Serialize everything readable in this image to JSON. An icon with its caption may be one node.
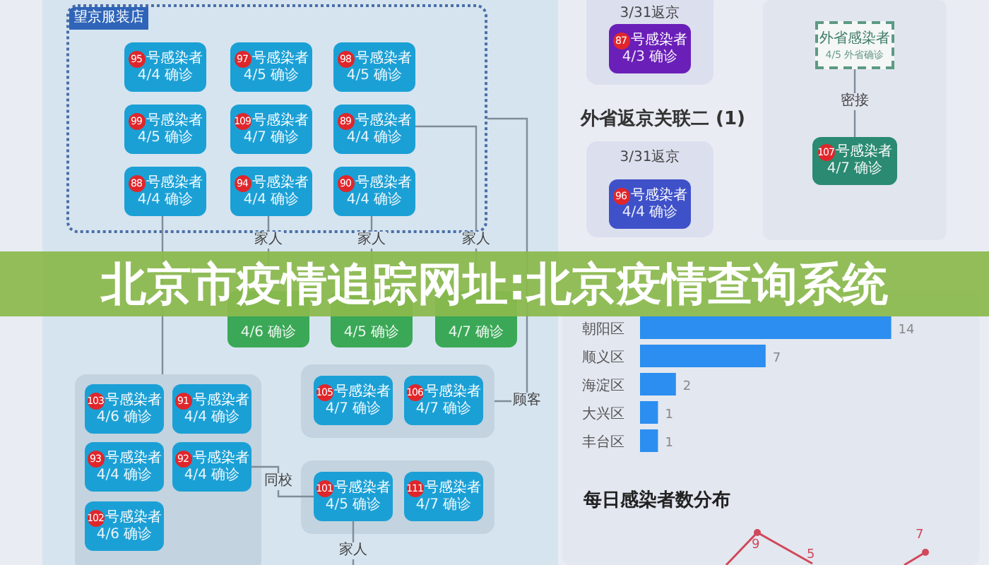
{
  "diagram": {
    "title": "北京市疫情追踪网址:北京疫情查询系统",
    "nodes": [
      {
        "text": [
          "望京服装店"
        ]
      },
      {
        "text": [
          "95",
          "号感染者",
          "4/4 确诊"
        ],
        "in": 0
      },
      {
        "text": [
          "97",
          "号感染者",
          "4/5 确诊"
        ],
        "in": 0
      },
      {
        "text": [
          "98",
          "号感染者",
          "4/5 确诊"
        ],
        "in": 0
      },
      {
        "text": [
          "99",
          "号感染者",
          "4/5 确诊"
        ],
        "in": 0
      },
      {
        "text": [
          "109",
          "号感染者",
          "4/7 确诊"
        ],
        "in": 0
      },
      {
        "text": [
          "89",
          "号感染者",
          "4/4 确诊"
        ],
        "in": 0
      },
      {
        "text": [
          "88",
          "号感染者",
          "4/4 确诊"
        ],
        "in": 0
      },
      {
        "text": [
          "94",
          "号感染者",
          "4/4 确诊"
        ],
        "in": 0
      },
      {
        "text": [
          "90",
          "号感染者",
          "4/4 确诊"
        ],
        "in": 0
      },
      {
        "text": [
          "4/6 确诊"
        ]
      },
      {
        "text": [
          "4/5 确诊"
        ]
      },
      {
        "text": [
          "4/7 确诊"
        ]
      },
      {
        "text": [],
        "shape": "box"
      },
      {
        "text": [
          "103",
          "号感染者",
          "4/6 确诊"
        ],
        "in": 13
      },
      {
        "text": [
          "91",
          "号感染者",
          "4/4 确诊"
        ],
        "in": 13
      },
      {
        "text": [
          "93",
          "号感染者",
          "4/4 确诊"
        ],
        "in": 13
      },
      {
        "text": [
          "92",
          "号感染者",
          "4/4 确诊"
        ],
        "in": 13
      },
      {
        "text": [
          "102",
          "号感染者",
          "4/6 确诊"
        ],
        "in": 13
      },
      {
        "text": [],
        "shape": "box"
      },
      {
        "text": [
          "105",
          "号感染者",
          "4/7 确诊"
        ],
        "in": 19
      },
      {
        "text": [
          "106",
          "号感染者",
          "4/7 确诊"
        ],
        "in": 19
      },
      {
        "text": [],
        "shape": "box"
      },
      {
        "text": [
          "101",
          "号感染者",
          "4/5 确诊"
        ],
        "in": 22
      },
      {
        "text": [
          "111",
          "号感染者",
          "4/7 确诊"
        ],
        "in": 22
      },
      {
        "text": [
          "3/31返京"
        ]
      },
      {
        "text": [
          "87",
          "号感染者",
          "4/3 确诊"
        ],
        "in": 25
      },
      {
        "text": [
          "3/31返京"
        ]
      },
      {
        "text": [
          "96",
          "号感染者",
          "4/4 确诊"
        ],
        "in": 27
      },
      {
        "text": [
          "外省感染者",
          "4/5 外省确诊"
        ]
      },
      {
        "text": [
          "107",
          "号感染者",
          "4/7 确诊"
        ]
      }
    ],
    "edges": [
      {
        "from": 8,
        "to": 10,
        "arrow": "none",
        "label": "家人"
      },
      {
        "from": 9,
        "to": 11,
        "arrow": "none",
        "label": "家人"
      },
      {
        "from": 6,
        "to": 12,
        "arrow": "none",
        "label": "家人"
      },
      {
        "from": 7,
        "to": 13,
        "arrow": "none"
      },
      {
        "from": 0,
        "to": 19,
        "arrow": "none",
        "label": "顾客"
      },
      {
        "from": 17,
        "to": 23,
        "arrow": "none",
        "label": "同校"
      },
      {
        "from": 23,
        "to": null,
        "arrow": "none",
        "label": "家人"
      },
      {
        "from": 29,
        "to": 30,
        "arrow": "none",
        "label": "密接"
      }
    ],
    "labels": [
      "外省返京关联二 (1)",
      "每日感染者数分布",
      "9",
      "5",
      "7"
    ],
    "chart_data": {
      "type": "bar",
      "orientation": "horizontal",
      "data_labels": true,
      "categories": [
        "朝阳区",
        "顺义区",
        "海淀区",
        "大兴区",
        "丰台区"
      ],
      "values": [
        14,
        7,
        2,
        1,
        1
      ]
    }
  }
}
